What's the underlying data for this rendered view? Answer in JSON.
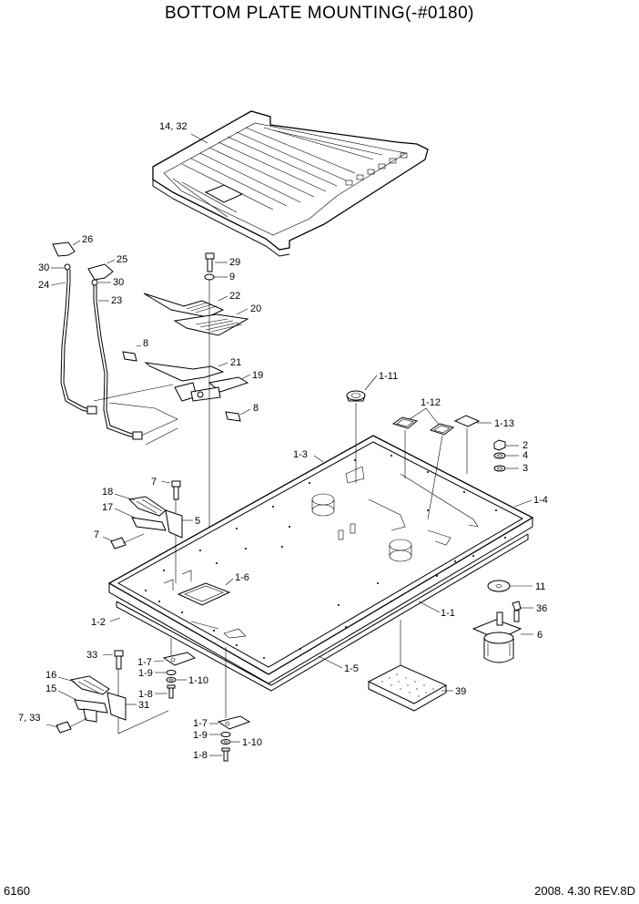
{
  "title": "BOTTOM PLATE MOUNTING(-#0180)",
  "page_number": "6160",
  "revision": "2008.  4.30  REV.8D",
  "labels": {
    "l14_32": "14, 32",
    "l26": "26",
    "l30a": "30",
    "l24": "24",
    "l25": "25",
    "l30b": "30",
    "l23": "23",
    "l29": "29",
    "l9": "9",
    "l22": "22",
    "l20": "20",
    "l8a": "8",
    "l21": "21",
    "l19": "19",
    "l8b": "8",
    "l1_11": "1-11",
    "l1_12": "1-12",
    "l1_13": "1-13",
    "l2": "2",
    "l4": "4",
    "l3": "3",
    "l1_3": "1-3",
    "l1_4": "1-4",
    "l7a": "7",
    "l18": "18",
    "l17": "17",
    "l5": "5",
    "l7b": "7",
    "l1_6": "1-6",
    "l11": "11",
    "l1_2": "1-2",
    "l1_1": "1-1",
    "l36": "36",
    "l6": "6",
    "l33": "33",
    "l1_7a": "1-7",
    "l1_9a": "1-9",
    "l1_10a": "1-10",
    "l1_5": "1-5",
    "l16": "16",
    "l15": "15",
    "l1_8a": "1-8",
    "l31": "31",
    "l39": "39",
    "l7_33": "7, 33",
    "l1_7b": "1-7",
    "l1_9b": "1-9",
    "l1_10b": "1-10",
    "l1_8b": "1-8"
  }
}
